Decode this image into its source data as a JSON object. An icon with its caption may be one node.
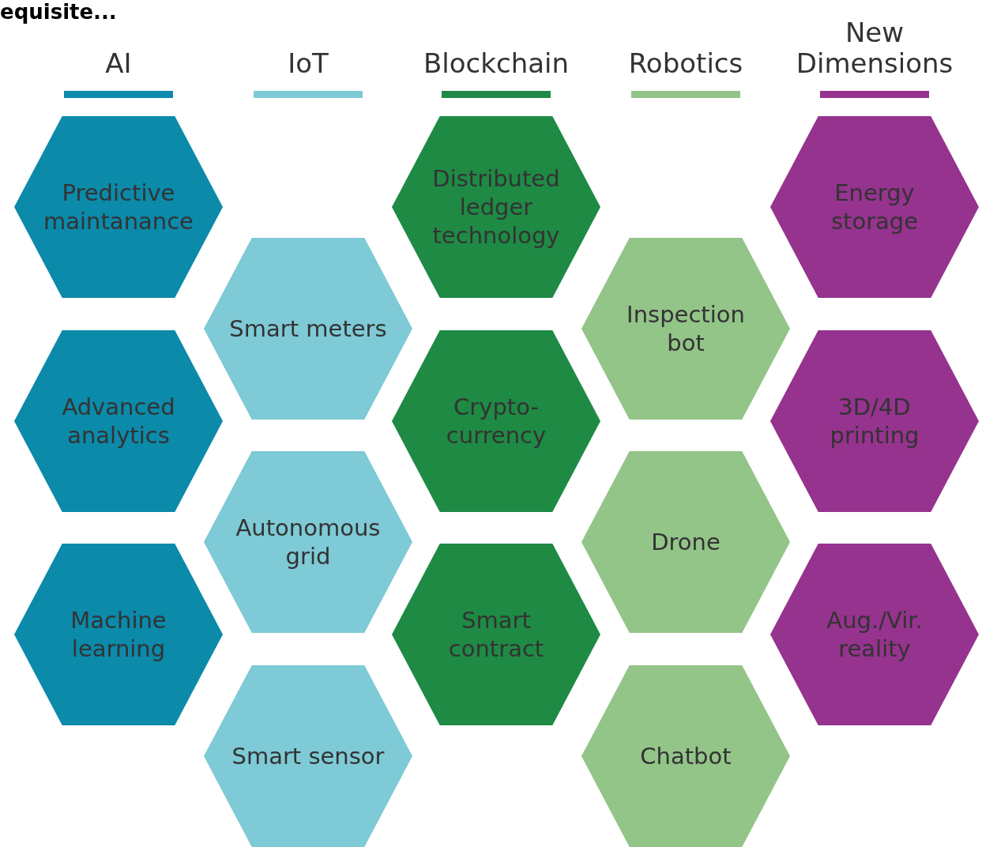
{
  "diagram": {
    "nodes": [
      {
        "text": [
          "Predictive maintanance"
        ]
      },
      {
        "text": [
          "Advanced analytics"
        ]
      },
      {
        "text": [
          "Machine learning"
        ]
      },
      {
        "text": [
          "Smart meters"
        ]
      },
      {
        "text": [
          "Autonomous grid"
        ]
      },
      {
        "text": [
          "Smart sensor"
        ]
      },
      {
        "text": [
          "Distributed ledger technology"
        ]
      },
      {
        "text": [
          "Crypto-currency"
        ]
      },
      {
        "text": [
          "Smart contract"
        ]
      },
      {
        "text": [
          "Inspection bot"
        ]
      },
      {
        "text": [
          "Drone"
        ]
      },
      {
        "text": [
          "Chatbot"
        ]
      },
      {
        "text": [
          "Energy storage"
        ]
      },
      {
        "text": [
          "3D/4D printing"
        ]
      },
      {
        "text": [
          "Aug./Vir. reality"
        ]
      }
    ],
    "labels": [
      "equisite..."
    ],
    "legend": [
      {
        "text": "AI",
        "color": "#0b8aaa"
      },
      {
        "text": "IoT",
        "color": "#7ecad6"
      },
      {
        "text": "Blockchain",
        "color": "#1e8a44"
      },
      {
        "text": "Robotics",
        "color": "#93c488"
      },
      {
        "text": "New Dimensions",
        "color": "#96338e"
      }
    ]
  }
}
